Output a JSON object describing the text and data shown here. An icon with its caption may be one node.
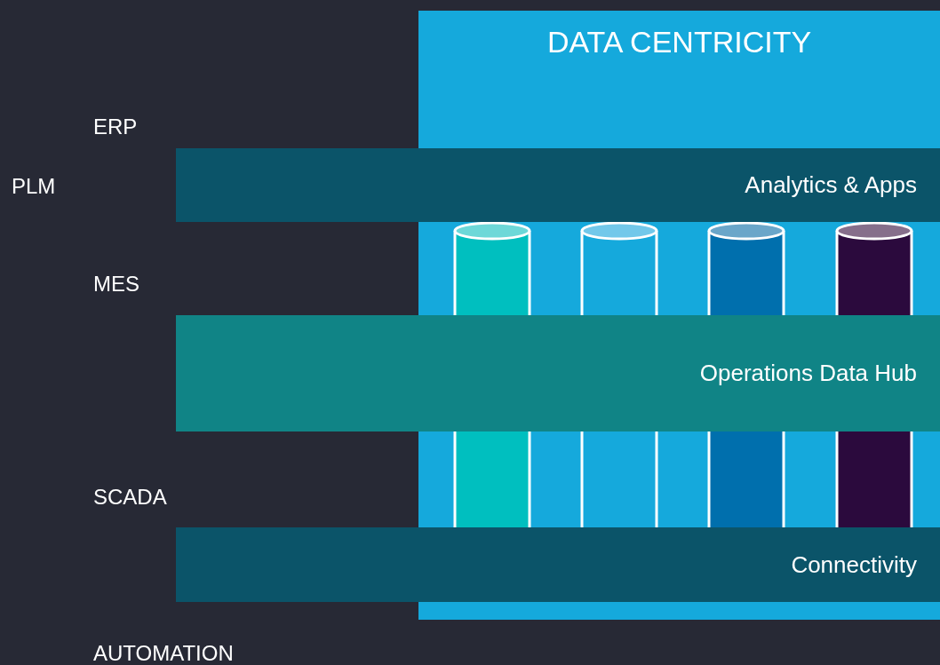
{
  "diagram": {
    "nodes": [
      {
        "text": [
          "DATA CENTRICITY"
        ]
      },
      {
        "text": [
          "Analytics & Apps"
        ]
      },
      {
        "text": [],
        "shape": "cylinder",
        "in": 0
      },
      {
        "text": [],
        "shape": "cylinder",
        "in": 0
      },
      {
        "text": [],
        "shape": "cylinder",
        "in": 0
      },
      {
        "text": [],
        "shape": "cylinder",
        "in": 0
      },
      {
        "text": [
          "Operations Data Hub"
        ]
      },
      {
        "text": [
          "Connectivity"
        ]
      }
    ],
    "edges": [],
    "labels": [
      "ERP",
      "PLM",
      "MES",
      "SCADA",
      "AUTOMATION"
    ]
  }
}
